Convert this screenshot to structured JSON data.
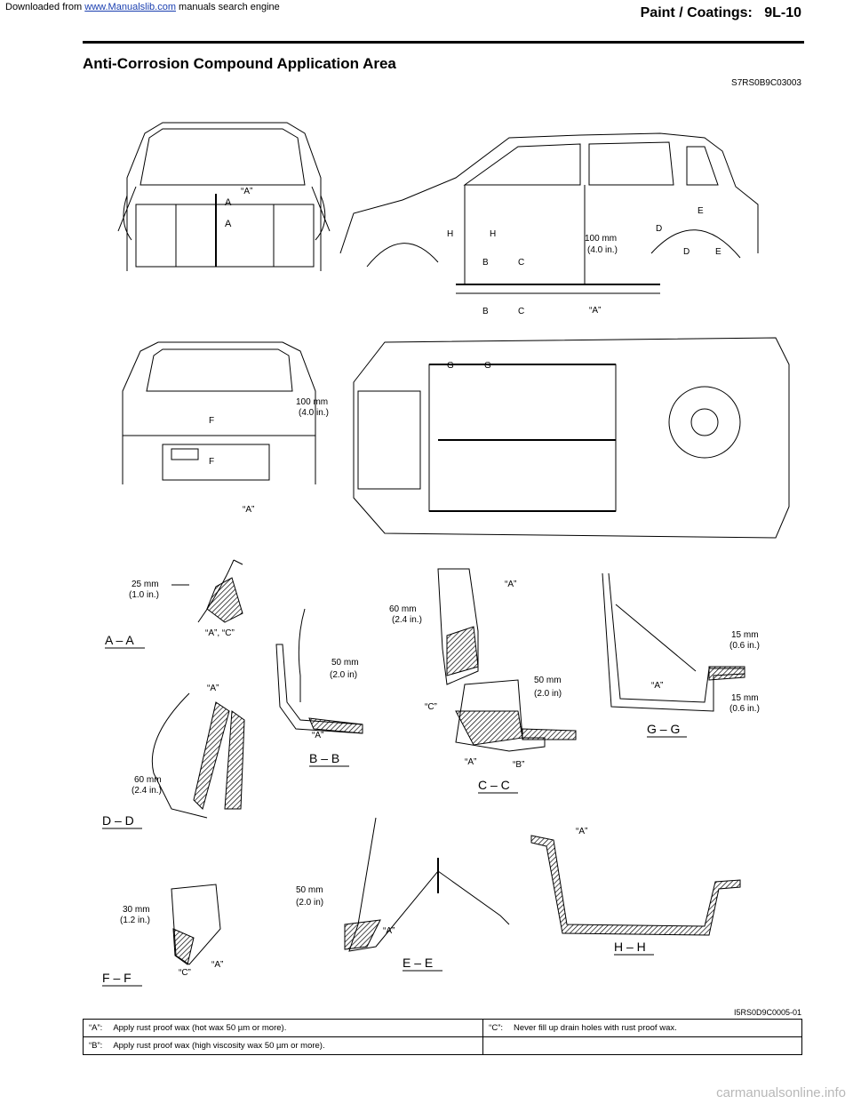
{
  "banner": {
    "prefix": "Downloaded from",
    "link": "www.Manualslib.com",
    "suffix": "manuals search engine"
  },
  "header": {
    "title": "Paint / Coatings:",
    "page": "9L-10"
  },
  "section": {
    "title": "Anti-Corrosion Compound Application Area",
    "code": "S7RS0B9C03003"
  },
  "figure": {
    "code": "I5RS0D9C0005-01",
    "labels": {
      "a": "“A”",
      "ac": "“A”, “C”",
      "c": "“C”",
      "b": "“B”",
      "sec_a": "A",
      "sec_b": "B",
      "sec_c": "C",
      "sec_d": "D",
      "sec_e": "E",
      "sec_f": "F",
      "sec_g": "G",
      "sec_h": "H",
      "m100": "100 mm",
      "i100": "(4.0 in.)",
      "m25": "25 mm",
      "i25": "(1.0 in.)",
      "m60": "60 mm",
      "i60": "(2.4 in.)",
      "m50": "50 mm",
      "i50": "(2.0 in)",
      "m15": "15 mm",
      "i15": "(0.6 in.)",
      "m30": "30 mm",
      "i30": "(1.2 in.)",
      "view_aa": "A – A",
      "view_bb": "B – B",
      "view_cc": "C – C",
      "view_dd": "D – D",
      "view_ee": "E – E",
      "view_ff": "F – F",
      "view_gg": "G – G",
      "view_hh": "H – H"
    }
  },
  "legend": {
    "rows": [
      {
        "k1": "“A”:",
        "v1": "Apply rust proof wax (hot wax 50 µm or more).",
        "k2": "“C”:",
        "v2": "Never fill up drain holes with rust proof wax."
      },
      {
        "k1": "“B”:",
        "v1": "Apply rust proof wax (high viscosity wax 50 µm or more).",
        "k2": "",
        "v2": ""
      }
    ]
  },
  "watermark": "carmanualsonline.info"
}
